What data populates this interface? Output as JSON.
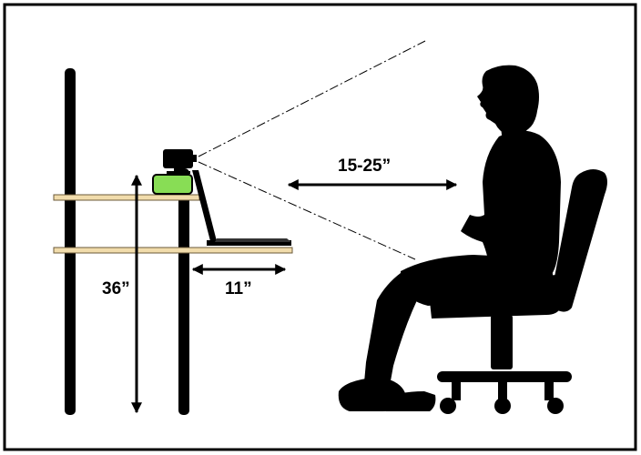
{
  "diagram": {
    "labels": {
      "viewing_distance": "15-25”",
      "shelf_depth": "11”",
      "camera_height": "36”"
    },
    "colors": {
      "frame": "#000000",
      "shelf_wood": "#f1dcab",
      "shelf_edge": "#6b5a3a",
      "camera_device": "#88dd55",
      "silhouette": "#000000"
    },
    "icons": [
      "camera-icon",
      "laptop-icon",
      "person-silhouette-icon",
      "office-chair-icon"
    ]
  }
}
